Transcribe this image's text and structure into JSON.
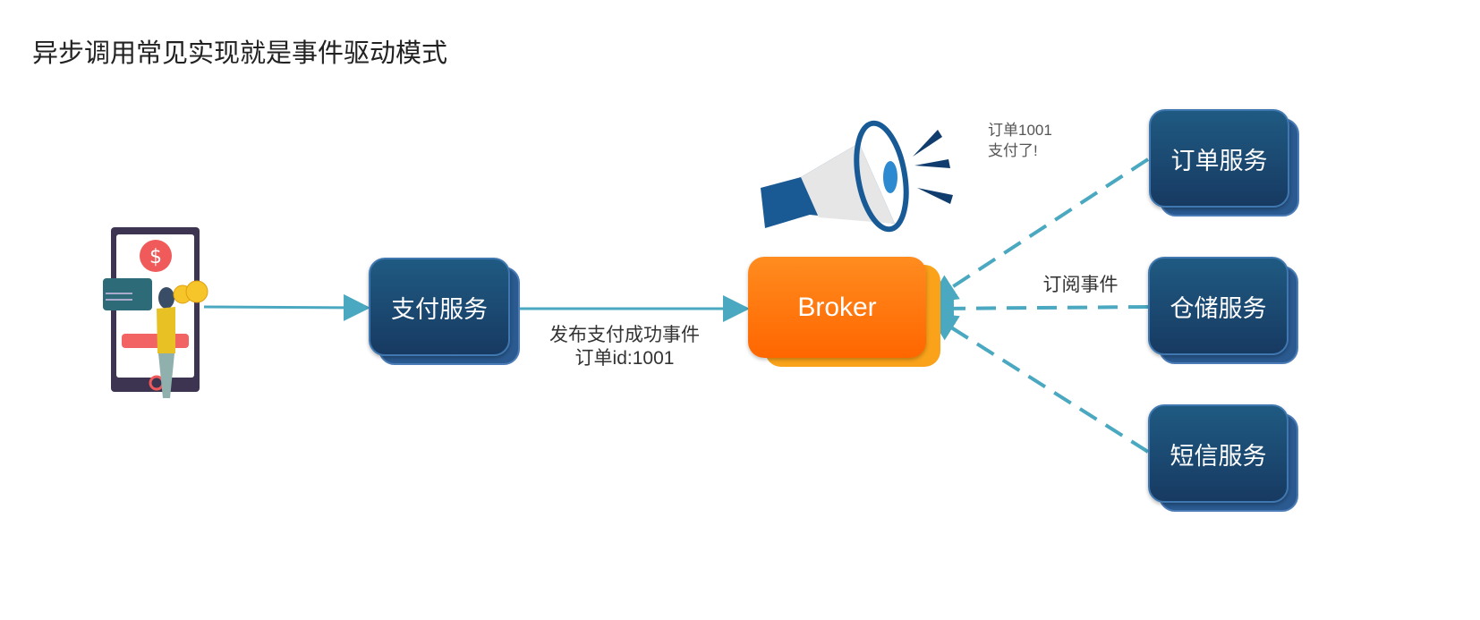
{
  "title": "异步调用常见实现就是事件驱动模式",
  "nodes": {
    "payment": "支付服务",
    "broker": "Broker",
    "order": "订单服务",
    "storage": "仓储服务",
    "sms": "短信服务"
  },
  "edges": {
    "publish_line1": "发布支付成功事件",
    "publish_line2": "订单id:1001",
    "subscribe": "订阅事件"
  },
  "announcement": {
    "line1": "订单1001",
    "line2": "支付了!"
  },
  "colors": {
    "service": "#1b4670",
    "broker": "#ff7a10",
    "arrow": "#4aa8c0"
  }
}
